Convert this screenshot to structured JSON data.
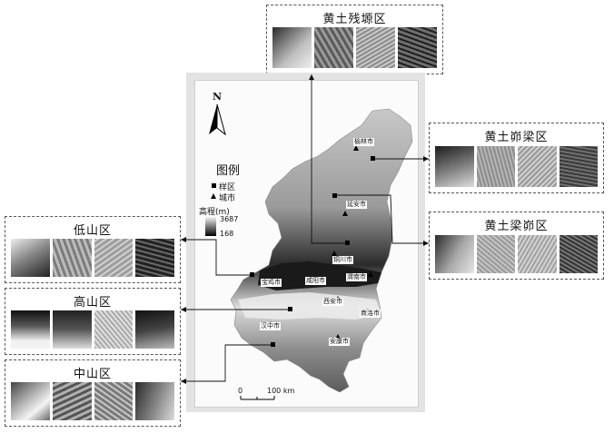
{
  "regions": {
    "canyuan": {
      "title": "黄土残塬区"
    },
    "maoliang": {
      "title": "黄土峁梁区"
    },
    "liangmao": {
      "title": "黄土梁峁区"
    },
    "dishan": {
      "title": "低山区"
    },
    "gaoshan": {
      "title": "高山区"
    },
    "zhongshan": {
      "title": "中山区"
    }
  },
  "legend": {
    "title": "图例",
    "sample_label": "样区",
    "city_label": "城市",
    "elevation_label": "高程(m)",
    "elev_max": "3687",
    "elev_min": "168"
  },
  "north_arrow": {
    "label": "N"
  },
  "scale_bar": {
    "zero": "0",
    "distance": "100 km"
  },
  "cities": [
    {
      "name": "榆林市"
    },
    {
      "name": "延安市"
    },
    {
      "name": "铜川市"
    },
    {
      "name": "渭南市"
    },
    {
      "name": "宝鸡市"
    },
    {
      "name": "咸阳市"
    },
    {
      "name": "西安市"
    },
    {
      "name": "商洛市"
    },
    {
      "name": "汉中市"
    },
    {
      "name": "安康市"
    }
  ],
  "colors": {
    "map_background": "#e3e3e3",
    "box_border": "#555555",
    "arrow": "#111111"
  }
}
